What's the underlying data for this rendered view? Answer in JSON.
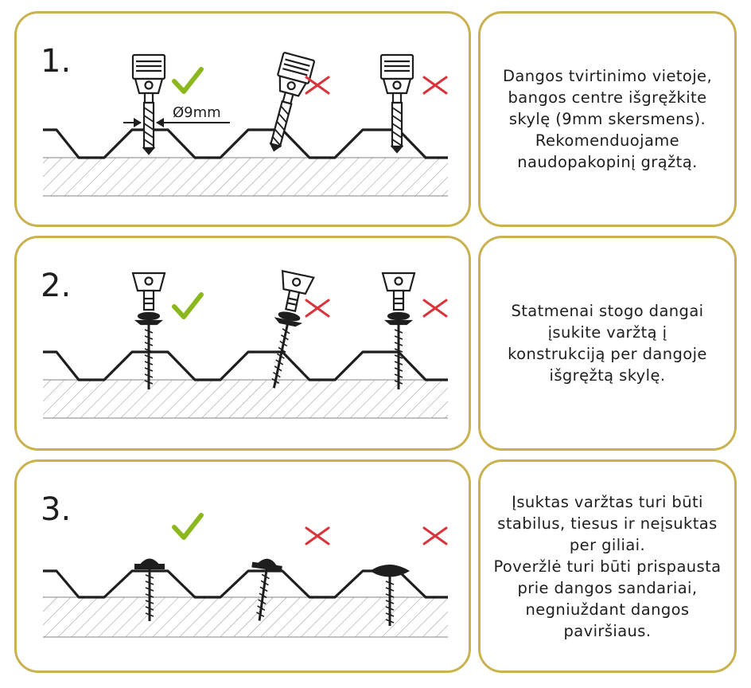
{
  "steps": [
    {
      "number": "1.",
      "diameter_label": "Ø9mm",
      "description": "Dangos tvirtinimo vietoje,\nbangos centre išgręžkite\nskylę (9mm skersmens).\nRekomenduojame\nnaudopakopinį grąžtą.",
      "marks": [
        "correct",
        "wrong",
        "wrong"
      ]
    },
    {
      "number": "2.",
      "description": "Statmenai stogo dangai\nįsukite varžtą į\nkonstrukciją per dangoje\nišgręžtą skylę.",
      "marks": [
        "correct",
        "wrong",
        "wrong"
      ]
    },
    {
      "number": "3.",
      "description": "Įsuktas varžtas turi būti\nstabilus, tiesus ir neįsuktas\nper giliai.\nPoveržlė turi būti prispausta\nprie dangos sandariai,\nnegniuždant dangos\npaviršiaus.",
      "marks": [
        "correct",
        "wrong",
        "wrong"
      ]
    }
  ],
  "colors": {
    "border": "#c9b24f",
    "check": "#8ab81e",
    "cross": "#d8343c",
    "line": "#1e1e1e",
    "hatch": "#9a9a9a"
  }
}
